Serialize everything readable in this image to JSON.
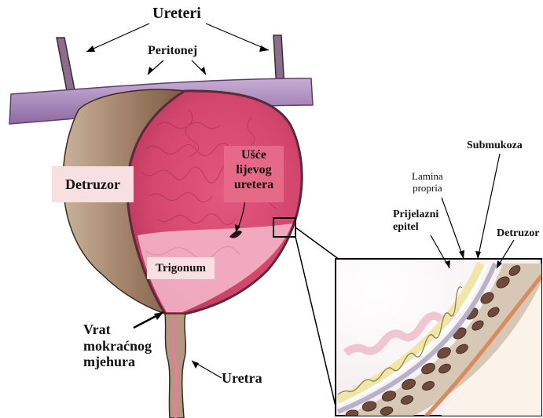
{
  "labels": {
    "ureteri": "Ureteri",
    "peritonej": "Peritonej",
    "detruzor": "Detruzor",
    "usce_line1": "Ušće",
    "usce_line2": "lijevog",
    "usce_line3": "uretera",
    "trigonum": "Trigonum",
    "vrat_line1": "Vrat",
    "vrat_line2": "mokraćnog",
    "vrat_line3": "mjehura",
    "uretra": "Uretra",
    "submukoza": "Submukoza",
    "lamina_line1": "Lamina",
    "lamina_line2": "propria",
    "prijelazni_line1": "Prijelazni",
    "prijelazni_line2": "epitel",
    "detruzor_inset": "Detruzor"
  },
  "colors": {
    "bladder_pink": "#d94d74",
    "trigonum_pink": "#f4b8c8",
    "outer_wall": "#9c7b62",
    "peritoneum": "#a889b8",
    "label_box_bg": "#f7dfe2",
    "usce_box_bg": "#e66a88",
    "epithelium_yellow": "#efe6a8",
    "muscle_brown": "#6d4a3c"
  }
}
